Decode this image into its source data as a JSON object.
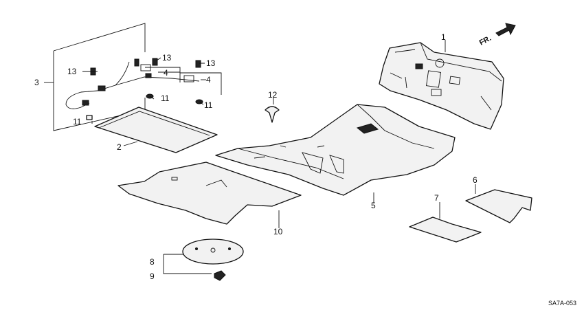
{
  "diagram": {
    "direction_label": "FR.",
    "diagram_code": "SA7A-053",
    "callouts": [
      "1",
      "2",
      "3",
      "4",
      "4",
      "5",
      "6",
      "7",
      "8",
      "9",
      "10",
      "11",
      "11",
      "11",
      "12",
      "13",
      "13",
      "13"
    ]
  }
}
